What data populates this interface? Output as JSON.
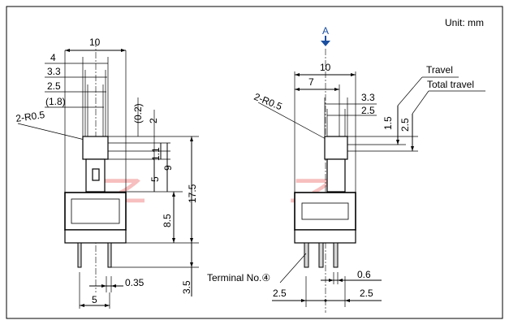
{
  "unit_label": "Unit: mm",
  "view_label": "A",
  "watermark_text": "子",
  "colors": {
    "watermark": "#f08080",
    "arrow": "#1a4fa0",
    "frame": "#000000"
  },
  "left_view": {
    "dims": {
      "width_10": "10",
      "d4": "4",
      "d3_3": "3.3",
      "d2_5": "2.5",
      "d1_8": "(1.8)",
      "radius": "2-R0.5",
      "d0_2": "(0.2)",
      "d2": "2",
      "d1_1": "1.1",
      "d9": "9",
      "d5": "5",
      "d17_5": "17.5",
      "d8_5": "8.5",
      "d3_5": "3.5",
      "d0_35": "0.35",
      "d5_bottom": "5"
    }
  },
  "right_view": {
    "dims": {
      "width_10": "10",
      "d7": "7",
      "radius": "2-R0.5",
      "d3_3": "3.3",
      "d2_5": "2.5",
      "d1_5": "1.5",
      "d2_5_total": "2.5",
      "travel": "Travel",
      "total_travel": "Total travel",
      "terminal": "Terminal No.④",
      "d0_6": "0.6",
      "d2_5_left": "2.5",
      "d2_5_right": "2.5"
    }
  }
}
